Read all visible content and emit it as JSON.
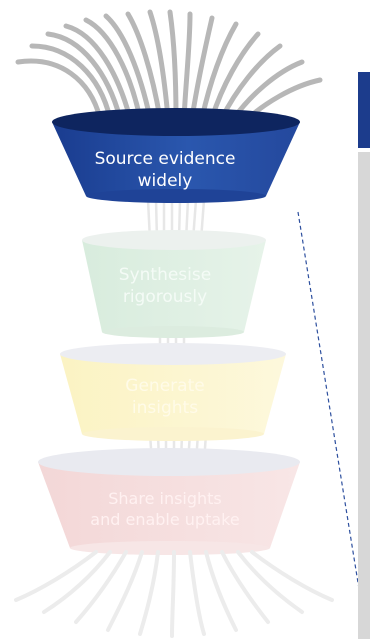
{
  "diagram": {
    "stages": [
      {
        "id": "source",
        "label_line1": "Source evidence",
        "label_line2": "widely",
        "color": "#1f3f91",
        "faded": false
      },
      {
        "id": "synthesise",
        "label_line1": "Synthesise",
        "label_line2": "rigorously",
        "color": "#dcefe1",
        "faded": true
      },
      {
        "id": "generate",
        "label_line1": "Generate",
        "label_line2": "insights",
        "color": "#fdf5c7",
        "faded": true
      },
      {
        "id": "share",
        "label_line1": "Share insights",
        "label_line2": "and enable uptake",
        "color": "#f6dbdb",
        "faded": true
      }
    ],
    "colors": {
      "arrow": "#b7b7b7",
      "connector": "#2d4f9e",
      "panel_cap": "#1c3c8c",
      "panel_strip": "#d7d7d7"
    }
  }
}
